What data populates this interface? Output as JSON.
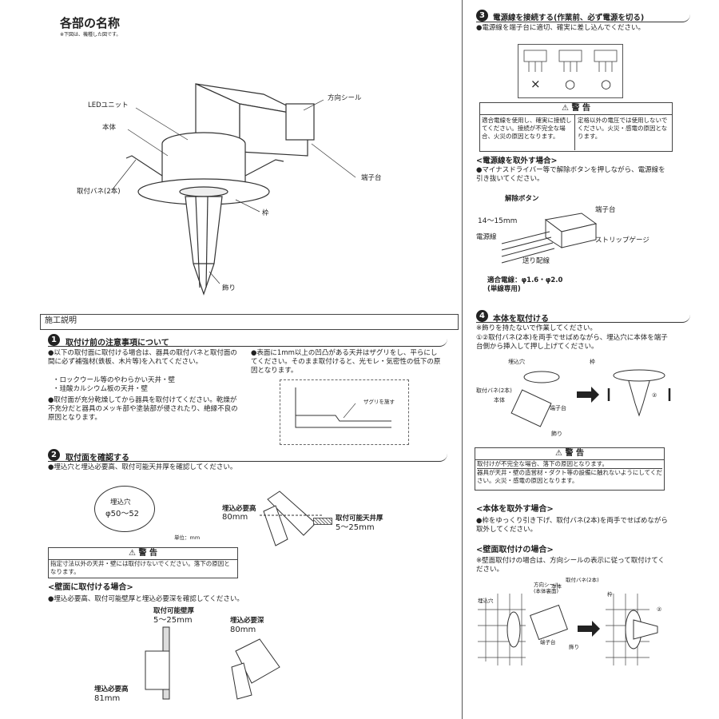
{
  "parts": {
    "title": "各部の名称",
    "note": "※下図は、機種した図です。",
    "labels": {
      "led_unit": "LEDユニット",
      "body": "本体",
      "spring": "取付バネ(2本)",
      "direction_seal": "方向シール",
      "terminal": "端子台",
      "frame": "枠",
      "ornament": "飾り"
    }
  },
  "instructions_title": "施工説明",
  "step1": {
    "num": "1",
    "title": "取付け前の注意事項について",
    "b1": "●以下の取付面に取付ける場合は、器具の取付バネと取付面の間に必ず補強材(鉄板、木片等)を入れてください。",
    "i1": "・ロックウール等のやわらかい天井・壁",
    "i2": "・珪酸カルシウム板の天井・壁",
    "b2": "●取付面が充分乾燥してから器具を取付けてください。乾燥が不充分だと器具のメッキ部や塗装部が侵されたり、絶縁不良の原因となります。",
    "b3": "●表面に1mm以上の凹凸がある天井はザグリをし、平らにしてください。そのまま取付けると、光モレ・気密性の低下の原因となります。",
    "zaguri": "ザグリを施す"
  },
  "step2": {
    "num": "2",
    "title": "取付面を確認する",
    "b1": "●埋込穴と埋込必要高、取付可能天井厚を確認してください。",
    "hole_label": "埋込穴",
    "hole_size": "φ50〜52",
    "unit": "単位：mm",
    "req_height_label": "埋込必要高",
    "req_height": "80mm",
    "ceiling_label": "取付可能天井厚",
    "ceiling": "5〜25mm",
    "warn_title": "警 告",
    "warn_text": "指定寸法以外の天井・壁には取付けないでください。落下の原因となります。",
    "wall_title": "<壁面に取付ける場合>",
    "wall_b1": "●埋込必要高、取付可能壁厚と埋込必要深を確認してください。",
    "wall_thick_label": "取付可能壁厚",
    "wall_thick": "5〜25mm",
    "wall_depth_label": "埋込必要深",
    "wall_depth": "80mm",
    "wall_height_label": "埋込必要高",
    "wall_height": "81mm"
  },
  "step3": {
    "num": "3",
    "title": "電源線を接続する(作業前、必ず電源を切る)",
    "b1": "●電源線を端子台に適切、確実に差し込んでください。",
    "marks": [
      "×",
      "○",
      "○"
    ],
    "warn_title": "警 告",
    "warn_left": "適合電線を使用し、確実に接続してください。接続が不完全な場合、火災の原因となります。",
    "warn_right": "定格以外の電圧では使用しないでください。火災・感電の原因となります。",
    "remove_title": "<電源線を取外す場合>",
    "remove_b1": "●マイナスドライバー等で解除ボタンを押しながら、電源線を引き抜いてください。",
    "release_button": "解除ボタン",
    "strip_len": "14〜15mm",
    "terminal": "端子台",
    "power_line": "電源線",
    "strip_gauge": "ストリップゲージ",
    "feed_line": "送り配線",
    "wire_spec": "適合電線：φ1.6・φ2.0",
    "wire_single": "(単線専用)"
  },
  "step4": {
    "num": "4",
    "title": "本体を取付ける",
    "note1": "※飾りを持たないで作業してください。",
    "note2": "①②取付バネ(2本)を両手でせばめながら、埋込穴に本体を端子台側から挿入して押し上げてください。",
    "hole": "埋込穴",
    "frame": "枠",
    "spring": "取付バネ(2本)",
    "body": "本体",
    "terminal": "端子台",
    "ornament": "飾り",
    "warn_title": "警 告",
    "warn1": "取付けが不完全な場合、落下の原因となります。",
    "warn2": "器具が天井・壁の造営材・ダクト等の設備に触れないようにしてください。火災・感電の原因となります。",
    "remove_title": "<本体を取外す場合>",
    "remove_b1": "●枠をゆっくり引き下げ、取付バネ(2本)を両手でせばめながら取外してください。",
    "wall_title": "<壁面取付けの場合>",
    "wall_note": "※壁面取付けの場合は、方向シールの表示に従って取付けてください。",
    "direction_seal": "方向シール",
    "direction_seal_sub": "(本体裏面)",
    "wall_spring": "取付バネ(2本)",
    "wall_body": "本体",
    "wall_hole": "埋込穴",
    "wall_frame": "枠",
    "wall_terminal": "端子台",
    "wall_ornament": "飾り",
    "circled2": "②"
  }
}
